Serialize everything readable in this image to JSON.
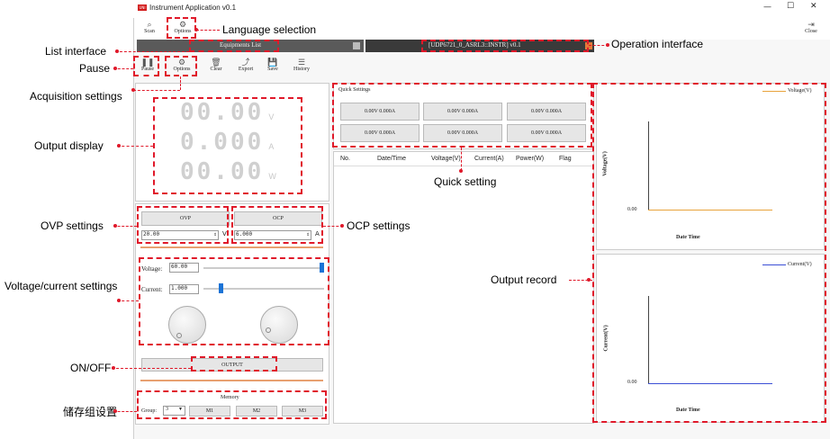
{
  "window": {
    "title": "Instrument Application v0.1",
    "controls": {
      "minimize": "—",
      "maximize": "☐",
      "close": "✕"
    }
  },
  "toolbar": {
    "scan": "Scan",
    "options": "Options",
    "close": "Close"
  },
  "equipment_bar": {
    "title": "Equipments List",
    "device": "[UDP6721_0_ASRL3::INSTR] v0.1"
  },
  "subtoolbar": {
    "pause": "Pause",
    "options": "Options",
    "clear": "Clear",
    "export": "Export",
    "save": "Save",
    "history": "History"
  },
  "display": {
    "voltage": "00.00",
    "voltage_unit": "V",
    "current": "0.000",
    "current_unit": "A",
    "power": "00.00",
    "power_unit": "W"
  },
  "protection": {
    "ovp_label": "OVP",
    "ovp_value": "20.00",
    "ovp_unit": "V",
    "ocp_label": "OCP",
    "ocp_value": "6.000",
    "ocp_unit": "A"
  },
  "setpoint": {
    "voltage_label": "Voltage:",
    "voltage_value": "60.00",
    "voltage_slider_fraction": 1.0,
    "current_label": "Current:",
    "current_value": "1.000",
    "current_slider_fraction": 0.13
  },
  "output": {
    "button": "OUTPUT"
  },
  "memory": {
    "title": "Memory",
    "group_label": "Group:",
    "group_value": "3",
    "m1": "M1",
    "m2": "M2",
    "m3": "M3"
  },
  "quick_settings": {
    "title": "Quick Settings",
    "presets": [
      "0.00V 0.000A",
      "0.00V 0.000A",
      "0.00V 0.000A",
      "0.00V 0.000A",
      "0.00V 0.000A",
      "0.00V 0.000A"
    ]
  },
  "record_table": {
    "columns": [
      "No.",
      "Date/Time",
      "Voltage(V)",
      "Current(A)",
      "Power(W)",
      "Flag"
    ]
  },
  "charts": {
    "voltage": {
      "legend": "Voltage(V)",
      "ylabel": "Voltage(V)",
      "xlabel": "Date Time",
      "ytick": "0.00",
      "color": "#e8a33c"
    },
    "current": {
      "legend": "Current(V)",
      "ylabel": "Current(V)",
      "xlabel": "Date Time",
      "ytick": "0.00",
      "color": "#3b4fd6"
    }
  },
  "annotations": {
    "language": "Language selection",
    "list_interface": "List interface",
    "operation_interface": "Operation interface",
    "pause": "Pause",
    "acquisition": "Acquisition settings",
    "output_display": "Output display",
    "ovp": "OVP settings",
    "ocp": "OCP settings",
    "vc_settings": "Voltage/current settings",
    "onoff": "ON/OFF",
    "memory_group": "储存组设置",
    "quick_setting": "Quick setting",
    "output_record": "Output record"
  },
  "colors": {
    "accent": "#e0192a",
    "titlebar_dark": "#555555",
    "slider": "#1a73d6",
    "divider": "#e8a070"
  }
}
